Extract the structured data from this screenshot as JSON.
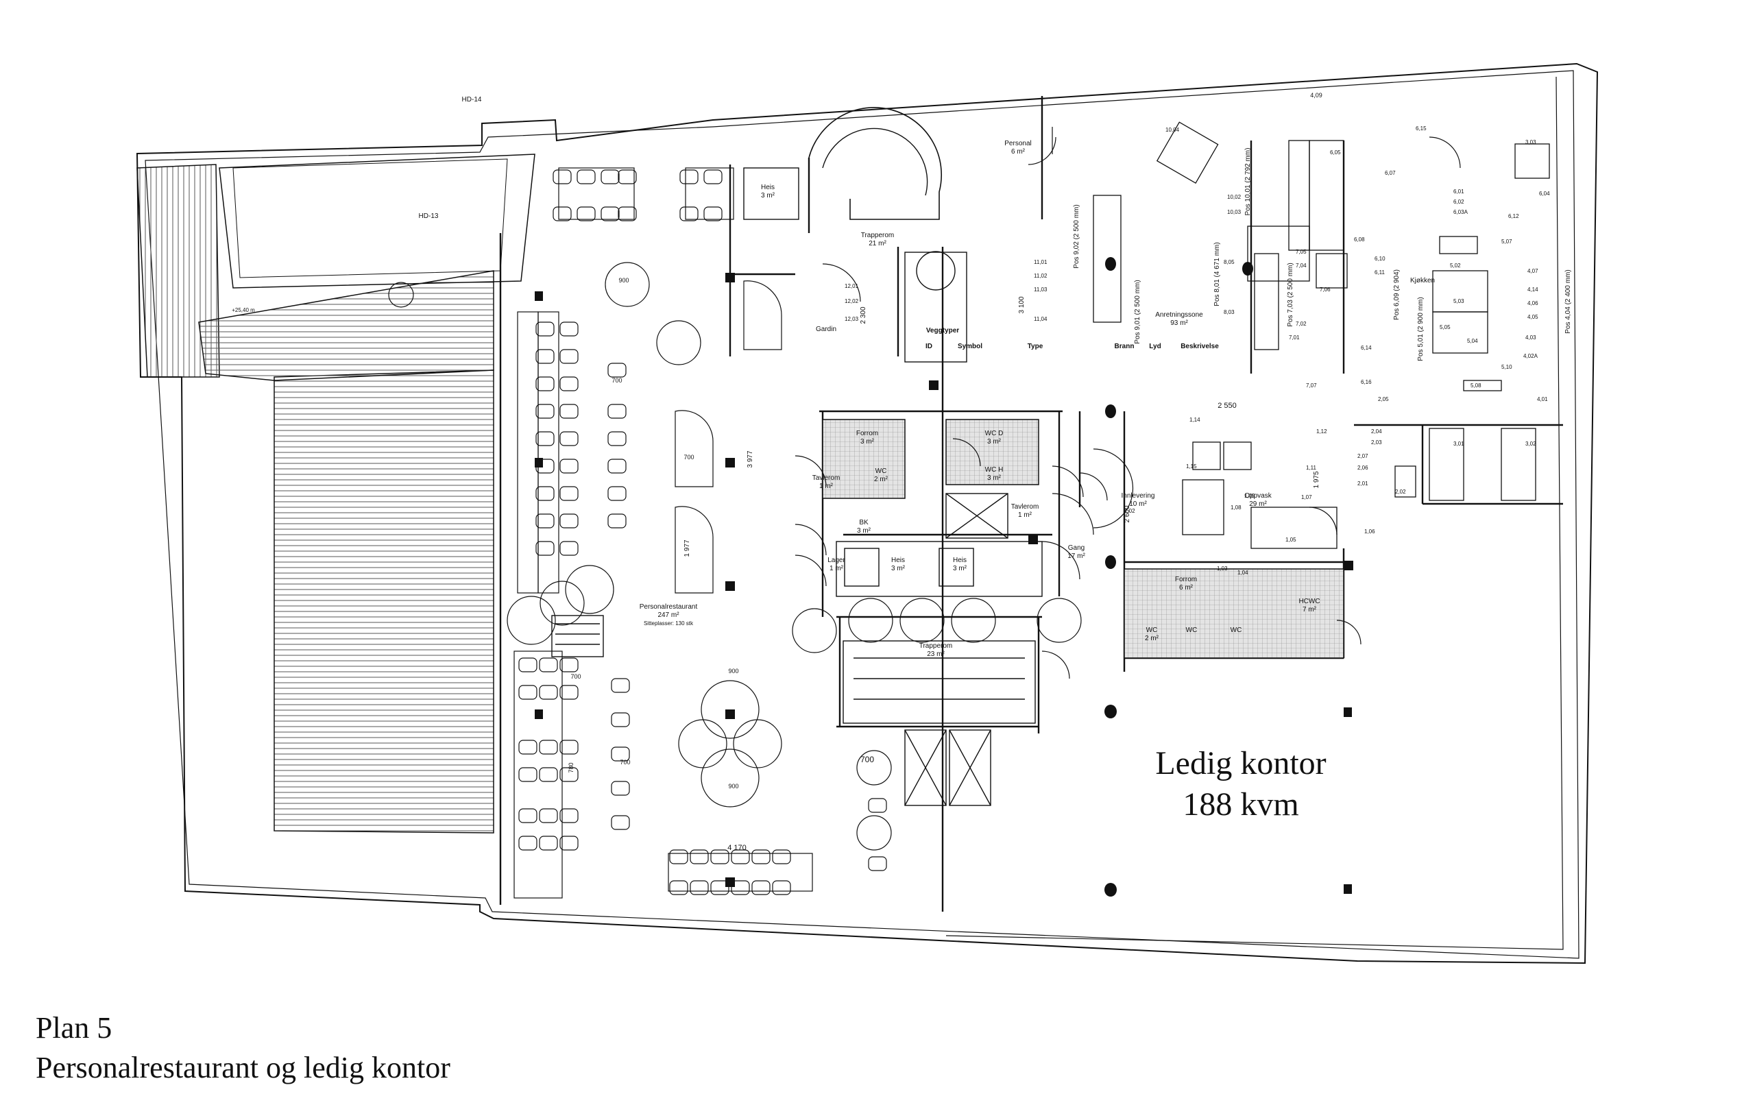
{
  "caption": {
    "plan": "Plan 5",
    "description": "Personalrestaurant og ledig kontor"
  },
  "office": {
    "title": "Ledig kontor",
    "area": "188 kvm"
  },
  "rooms": [
    {
      "id": "heis-top",
      "name": "Heis",
      "area": "3 m²"
    },
    {
      "id": "trapperom-top",
      "name": "Trapperom",
      "area": "21 m²"
    },
    {
      "id": "personal",
      "name": "Personal",
      "area": "6 m²"
    },
    {
      "id": "anretning",
      "name": "Anretningssone",
      "area": "93 m²"
    },
    {
      "id": "kjokken",
      "name": "Kjøkken",
      "area": ""
    },
    {
      "id": "restaurant",
      "name": "Personalrestaurant",
      "area": "247 m²",
      "extra": "Sitteplasser: 130 stk"
    },
    {
      "id": "forrom-left",
      "name": "Forrom",
      "area": "3 m²"
    },
    {
      "id": "wc-left",
      "name": "WC",
      "area": "2 m²"
    },
    {
      "id": "wc-d",
      "name": "WC D",
      "area": "3 m²"
    },
    {
      "id": "wc-h",
      "name": "WC H",
      "area": "3 m²"
    },
    {
      "id": "tavlerom-left",
      "name": "Tavlerom",
      "area": "1 m²"
    },
    {
      "id": "tavlerom-right",
      "name": "Tavlerom",
      "area": "1 m²"
    },
    {
      "id": "bk",
      "name": "BK",
      "area": "3 m²"
    },
    {
      "id": "lager",
      "name": "Lager",
      "area": "1 m²"
    },
    {
      "id": "heis-mid-1",
      "name": "Heis",
      "area": "3 m²"
    },
    {
      "id": "heis-mid-2",
      "name": "Heis",
      "area": "3 m²"
    },
    {
      "id": "trapperom-mid",
      "name": "Trapperom",
      "area": "23 m²"
    },
    {
      "id": "gang",
      "name": "Gang",
      "area": "17 m²"
    },
    {
      "id": "innlevering",
      "name": "Innlevering",
      "area": "10 m²"
    },
    {
      "id": "oppvask",
      "name": "Oppvask",
      "area": "29 m²"
    },
    {
      "id": "forrom-right",
      "name": "Forrom",
      "area": "6 m²"
    },
    {
      "id": "hcwc",
      "name": "HCWC",
      "area": "7 m²"
    },
    {
      "id": "wc-r1",
      "name": "WC",
      "area": "2 m²"
    },
    {
      "id": "wc-r2",
      "name": "WC",
      "area": ""
    },
    {
      "id": "wc-r3",
      "name": "WC",
      "area": ""
    }
  ],
  "tags": {
    "hd14": "HD-14",
    "hd13": "HD-13",
    "gardin": "Gardin",
    "veggtyper": "Veggtyper",
    "id": "ID",
    "symbol": "Symbol",
    "type": "Type",
    "brann": "Brann",
    "lyd": "Lyd",
    "beskrivelse": "Beskrivelse"
  },
  "dimensions": {
    "d900a": "900",
    "d700a": "700",
    "d700b": "700",
    "d1977": "1 977",
    "d3977": "3 977",
    "d900b": "900",
    "d900c": "900",
    "d700c": "700",
    "d700d": "700",
    "d780": "780",
    "d700e": "700",
    "d4170": "4 170",
    "d2550": "2 550",
    "d2300": "2 300",
    "d3100": "3 100",
    "d2600": "2 600",
    "d1975": "1 975",
    "pos902": "Pos 9,02 (2 500 mm)",
    "pos901": "Pos 9,01 (2 500 mm)",
    "pos801": "Pos 8,01 (4 671 mm)",
    "pos703": "Pos 7,03 (2 500 mm)",
    "pos1001": "Pos 10,01 (2 792 mm)",
    "pos601": "Pos 6,09 (2 904)",
    "pos501": "Pos 5,01 (2 900 mm)",
    "pos404": "Pos 4,04 (2 400 mm)"
  },
  "wall_codes": {
    "c1101": "11,01",
    "c1102": "11,02",
    "c1103": "11,03",
    "c1104": "11,04",
    "c1201": "12,01",
    "c1202": "12,02",
    "c1203": "12,03",
    "c805": "8,05",
    "c803": "8,03",
    "c1004": "10,04",
    "c1002": "10,02",
    "c1003": "10,03",
    "c605": "6,05",
    "c607": "6,07",
    "c608": "6,08",
    "c610": "6,10",
    "c611": "6,11",
    "c615": "6,15",
    "c616": "6,16",
    "c614": "6,14",
    "c705": "7,05",
    "c704": "7,04",
    "c706": "7,06",
    "c701": "7,01",
    "c707": "7,07",
    "c702": "7,02",
    "c601": "6,01",
    "c602": "6,02",
    "c603": "6,03A",
    "c612": "6,12",
    "c604": "6,04",
    "c502": "5,02",
    "c503": "5,03",
    "c505": "5,05",
    "c504": "5,04",
    "c507": "5,07",
    "c508": "5,08",
    "c510": "5,10",
    "c403": "4,03",
    "c405": "4,05",
    "c406": "4,06",
    "c407": "4,07",
    "c414": "4,14",
    "c401": "4,01",
    "c402": "4,02A",
    "c303": "3,03",
    "c301": "3,01",
    "c302": "3,02",
    "c205": "2,05",
    "c204": "2,04",
    "c203": "2,03",
    "c207": "2,07",
    "c206": "2,06",
    "c201": "2,01",
    "c202": "2,02",
    "c112": "1,12",
    "c115": "1,15",
    "c114": "1,14",
    "c111": "1,11",
    "c102": "1,02",
    "c109": "1,09",
    "c107": "1,07",
    "c108": "1,08",
    "c105": "1,05",
    "c104": "1,04",
    "c103": "1,03",
    "c106": "1,06",
    "c409": "4,09",
    "elevation": "+25,40 m"
  },
  "colors": {
    "line": "#111111",
    "hatch": "#555555",
    "wet_room_fill": "#d9d9d9",
    "background": "#ffffff"
  }
}
